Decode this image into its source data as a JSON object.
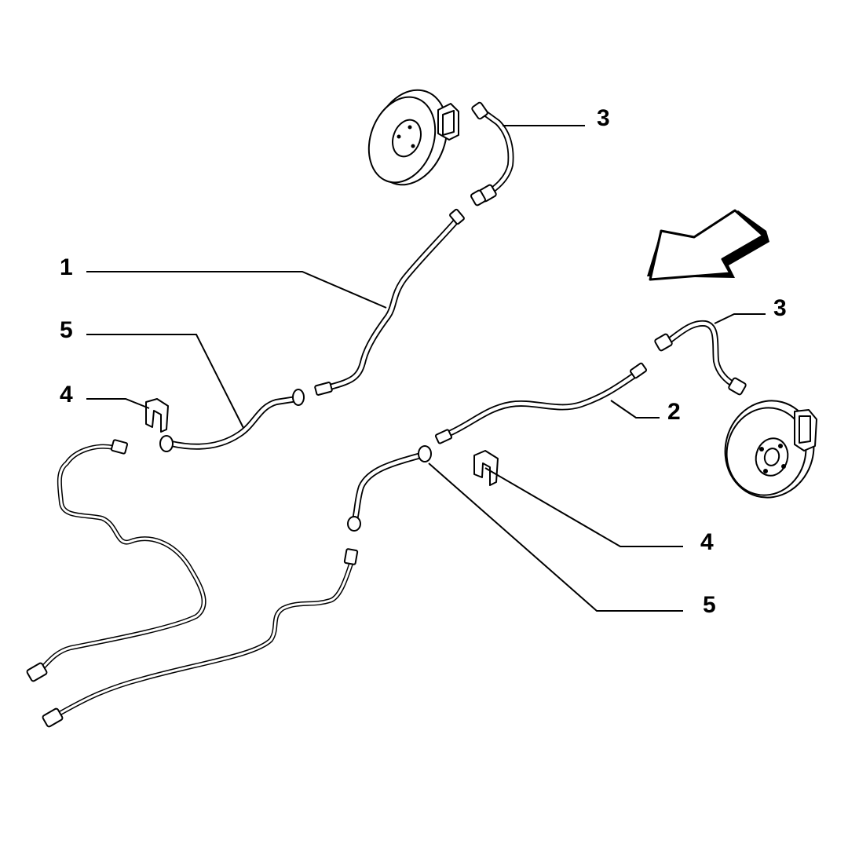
{
  "callouts": {
    "rear_left_hose": "3",
    "rear_pipe_left": "1",
    "front_hose_left": "5",
    "clip_left": "4",
    "rear_right_hose": "3",
    "rear_pipe_right": "2",
    "clip_right": "4",
    "front_hose_right": "5"
  },
  "icons": [
    "brake-disc-icon",
    "direction-arrow-icon",
    "hose-clip-icon"
  ]
}
